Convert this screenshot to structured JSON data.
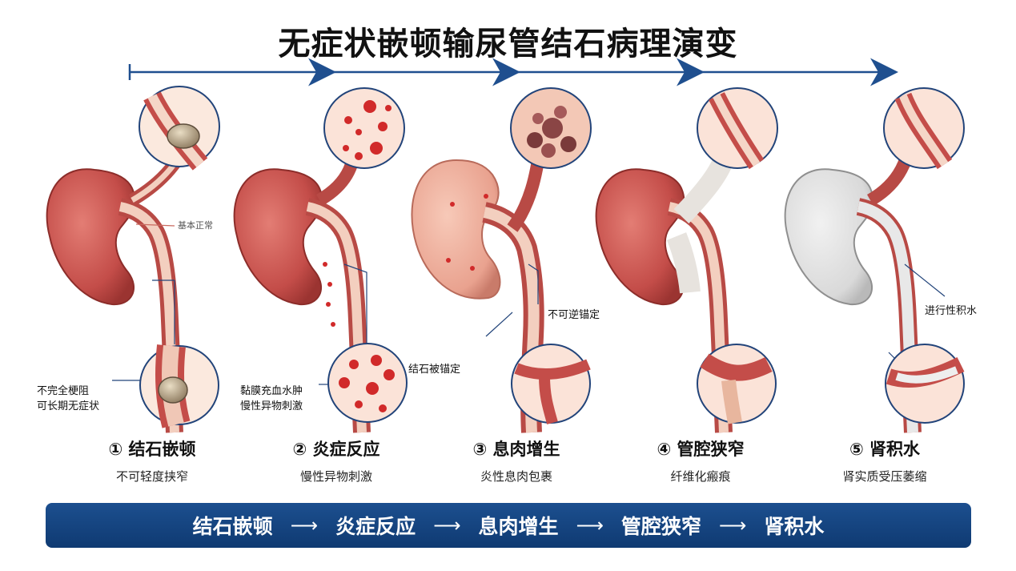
{
  "title": "无症状嵌顿输尿管结石病理演变",
  "annotations": {
    "normal": "基本正常",
    "stage1_note_line1": "不完全梗阻",
    "stage1_note_line2": "可长期无症状",
    "stage2_note_line1": "黏膜充血水肿",
    "stage2_note_line2": "慢性异物刺激",
    "stage3_fixed": "结石被锚定",
    "stage3_irreversible": "不可逆锚定",
    "stage5_note": "进行性积水"
  },
  "stages": [
    {
      "title": "① 结石嵌顿",
      "subtitle": "不可轻度挟窄"
    },
    {
      "title": "② 炎症反应",
      "subtitle": "慢性异物刺激"
    },
    {
      "title": "③ 息肉增生",
      "subtitle": "炎性息肉包裹"
    },
    {
      "title": "④ 管腔狭窄",
      "subtitle": "纤维化瘢痕"
    },
    {
      "title": "⑤ 肾积水",
      "subtitle": "肾实质受压萎缩"
    }
  ],
  "banner": {
    "steps": [
      "结石嵌顿",
      "炎症反应",
      "息肉增生",
      "管腔狭窄",
      "肾积水"
    ],
    "arrow": "⟶"
  },
  "colors": {
    "kidney": "#c9524f",
    "kidney_dark": "#9e3633",
    "ureter": "#e8a48f",
    "tissue": "#fbe9de",
    "timeline": "#1f4f8f",
    "banner": "#14427d"
  }
}
